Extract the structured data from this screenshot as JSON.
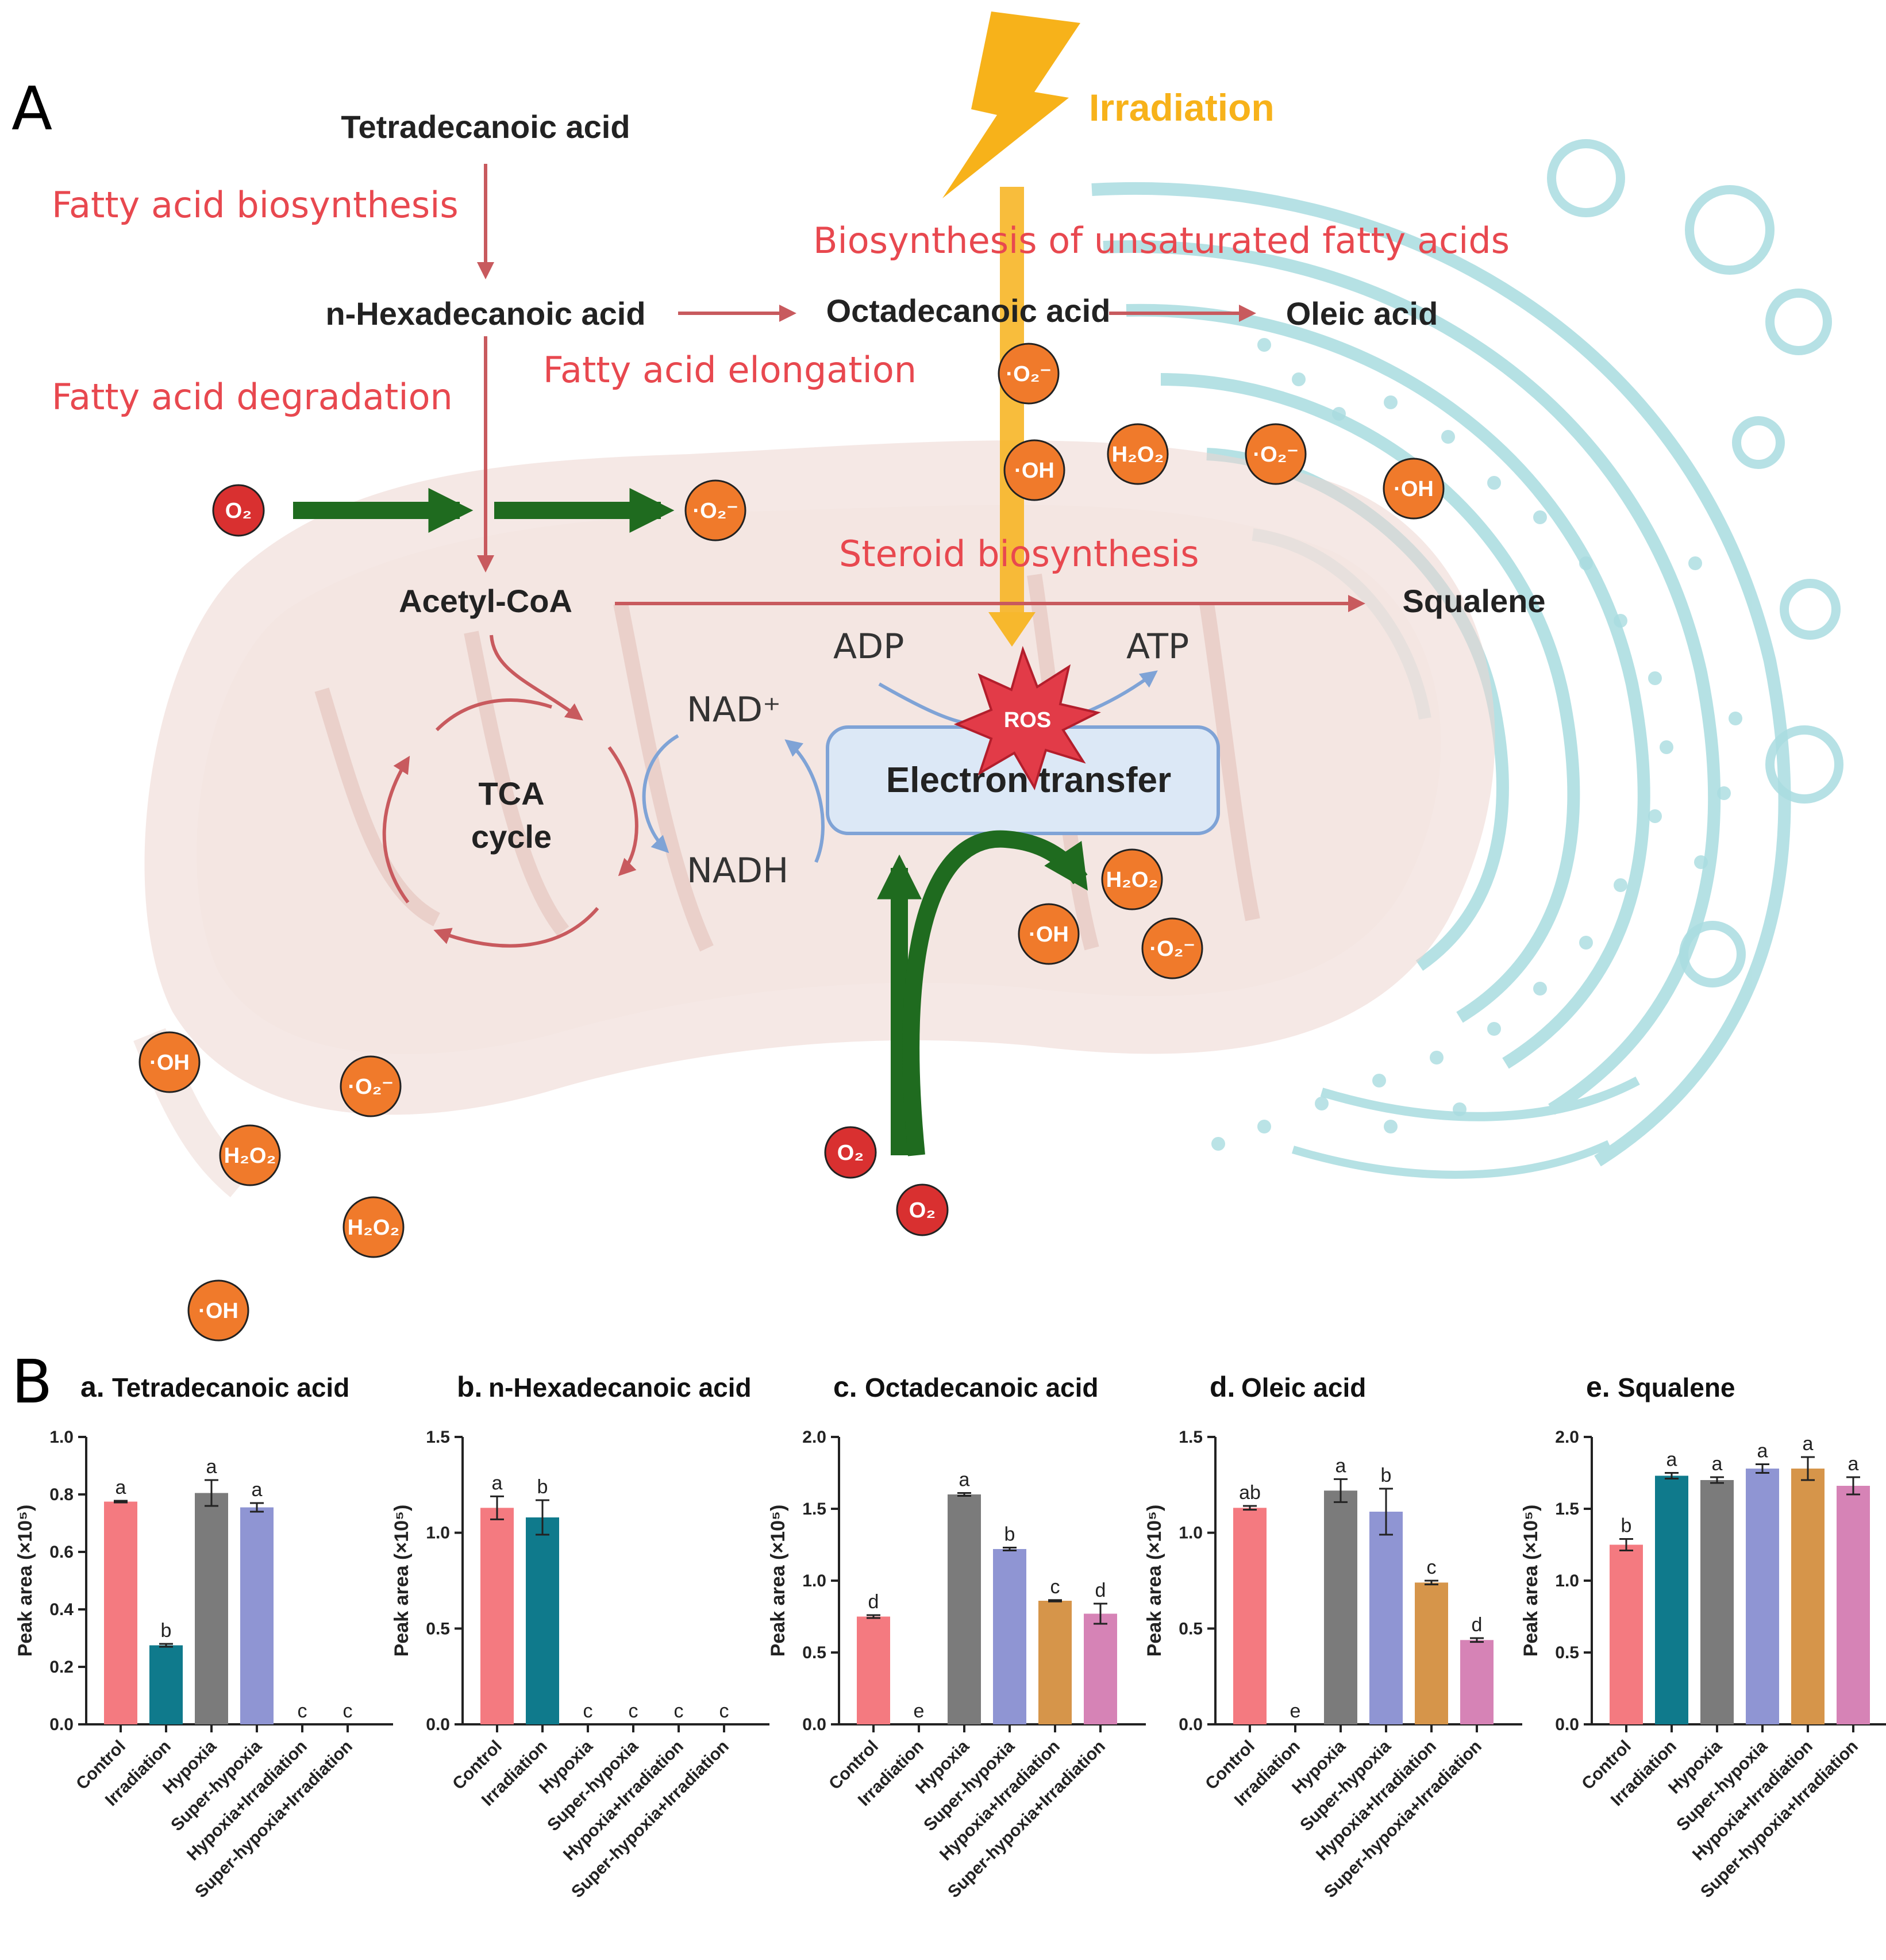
{
  "panel_a": {
    "label": "A",
    "irradiation": "Irradiation",
    "metabolites": {
      "tetradecanoic": "Tetradecanoic acid",
      "hexadecanoic": "n-Hexadecanoic acid",
      "octadecanoic": "Octadecanoic acid",
      "oleic": "Oleic acid",
      "acetyl_coa": "Acetyl-CoA",
      "squalene": "Squalene"
    },
    "pathways": {
      "fa_biosynthesis": "Fatty acid biosynthesis",
      "fa_degradation": "Fatty acid degradation",
      "fa_elongation": "Fatty acid elongation",
      "unsat_fa": "Biosynthesis of unsaturated fatty acids",
      "steroid": "Steroid biosynthesis"
    },
    "tca_line1": "TCA",
    "tca_line2": "cycle",
    "nad": "NAD⁺",
    "nadh": "NADH",
    "adp": "ADP",
    "atp": "ATP",
    "ros": "ROS",
    "electron_transfer": "Electron transfer",
    "species": {
      "o2": "O₂",
      "superoxide": "·O₂⁻",
      "hydroxyl": "·OH",
      "h2o2": "H₂O₂"
    },
    "colors": {
      "pathway_red": "#e8484f",
      "arrow_red": "#c85a5e",
      "arrow_green": "#1f6b1f",
      "arrow_blue": "#7fa3d6",
      "irradiation": "#f7b21a",
      "ros_ball": "#f07a2b",
      "o2_ball": "#d93030",
      "mito": "#ecd5d0",
      "er": "#a9dce0"
    }
  },
  "panel_b": {
    "label": "B",
    "y_label": "Peak area (×10⁵)",
    "categories": [
      "Control",
      "Irradiation",
      "Hypoxia",
      "Super-hypoxia",
      "Hypoxia+Irradiation",
      "Super-hypoxia+Irradiation"
    ],
    "colors": [
      "#f47a80",
      "#0f7a8c",
      "#7b7b7b",
      "#8f95d3",
      "#d6954a",
      "#d683b6"
    ]
  },
  "chart_data": [
    {
      "type": "bar",
      "tag": "a.",
      "title": "Tetradecanoic acid",
      "ylabel": "Peak area (×10⁵)",
      "ylim": [
        0,
        1.0
      ],
      "yticks": [
        "0.0",
        "0.2",
        "0.4",
        "0.6",
        "0.8",
        "1.0"
      ],
      "categories": [
        "Control",
        "Irradiation",
        "Hypoxia",
        "Super-hypoxia",
        "Hypoxia+Irradiation",
        "Super-hypoxia+Irradiation"
      ],
      "values": [
        0.775,
        0.275,
        0.805,
        0.755,
        0,
        0
      ],
      "errors": [
        0.003,
        0.005,
        0.045,
        0.015,
        0,
        0
      ],
      "letters": [
        "a",
        "b",
        "a",
        "a",
        "c",
        "c"
      ]
    },
    {
      "type": "bar",
      "tag": "b.",
      "title": "n-Hexadecanoic acid",
      "ylabel": "Peak area (×10⁵)",
      "ylim": [
        0,
        1.5
      ],
      "yticks": [
        "0.0",
        "0.5",
        "1.0",
        "1.5"
      ],
      "categories": [
        "Control",
        "Irradiation",
        "Hypoxia",
        "Super-hypoxia",
        "Hypoxia+Irradiation",
        "Super-hypoxia+Irradiation"
      ],
      "values": [
        1.13,
        1.08,
        0,
        0,
        0,
        0
      ],
      "errors": [
        0.06,
        0.09,
        0,
        0,
        0,
        0
      ],
      "letters": [
        "a",
        "b",
        "c",
        "c",
        "c",
        "c"
      ]
    },
    {
      "type": "bar",
      "tag": "c.",
      "title": "Octadecanoic acid",
      "ylabel": "Peak area (×10⁵)",
      "ylim": [
        0,
        2.0
      ],
      "yticks": [
        "0.0",
        "0.5",
        "1.0",
        "1.5",
        "2.0"
      ],
      "categories": [
        "Control",
        "Irradiation",
        "Hypoxia",
        "Super-hypoxia",
        "Hypoxia+Irradiation",
        "Super-hypoxia+Irradiation"
      ],
      "values": [
        0.75,
        0,
        1.6,
        1.22,
        0.86,
        0.77
      ],
      "errors": [
        0.01,
        0,
        0.01,
        0.01,
        0.005,
        0.07
      ],
      "letters": [
        "d",
        "e",
        "a",
        "b",
        "c",
        "d"
      ]
    },
    {
      "type": "bar",
      "tag": "d.",
      "title": "Oleic acid",
      "ylabel": "Peak area (×10⁵)",
      "ylim": [
        0,
        1.5
      ],
      "yticks": [
        "0.0",
        "0.5",
        "1.0",
        "1.5"
      ],
      "categories": [
        "Control",
        "Irradiation",
        "Hypoxia",
        "Super-hypoxia",
        "Hypoxia+Irradiation",
        "Super-hypoxia+Irradiation"
      ],
      "values": [
        1.13,
        0,
        1.22,
        1.11,
        0.74,
        0.44
      ],
      "errors": [
        0.01,
        0,
        0.06,
        0.12,
        0.01,
        0.01
      ],
      "letters": [
        "ab",
        "e",
        "a",
        "b",
        "c",
        "d"
      ]
    },
    {
      "type": "bar",
      "tag": "e.",
      "title": "Squalene",
      "ylabel": "Peak area (×10⁵)",
      "ylim": [
        0,
        2.0
      ],
      "yticks": [
        "0.0",
        "0.5",
        "1.0",
        "1.5",
        "2.0"
      ],
      "categories": [
        "Control",
        "Irradiation",
        "Hypoxia",
        "Super-hypoxia",
        "Hypoxia+Irradiation",
        "Super-hypoxia+Irradiation"
      ],
      "values": [
        1.25,
        1.73,
        1.7,
        1.78,
        1.78,
        1.66
      ],
      "errors": [
        0.04,
        0.02,
        0.02,
        0.03,
        0.08,
        0.06
      ],
      "letters": [
        "b",
        "a",
        "a",
        "a",
        "a",
        "a"
      ]
    }
  ]
}
